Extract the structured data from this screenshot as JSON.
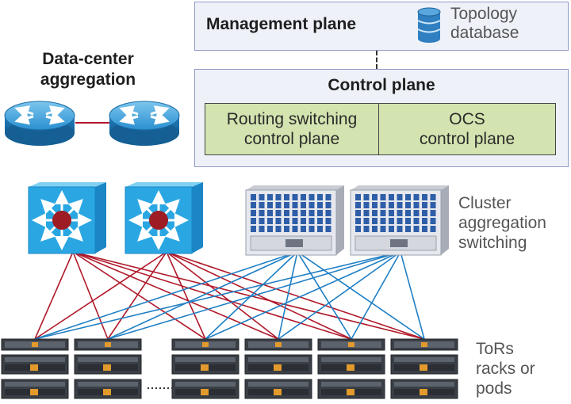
{
  "management": {
    "title": "Management plane",
    "db_line1": "Topology",
    "db_line2": "database"
  },
  "control": {
    "title": "Control plane",
    "left_line1": "Routing switching",
    "left_line2": "control plane",
    "right_line1": "OCS",
    "right_line2": "control plane"
  },
  "dc_agg": {
    "line1": "Data-center",
    "line2": "aggregation"
  },
  "cluster": {
    "line1": "Cluster",
    "line2": "aggregation",
    "line3": "switching"
  },
  "tors": {
    "line1": "ToRs",
    "line2": "racks or",
    "line3": "pods"
  },
  "colors": {
    "red_link": "#b0192a",
    "blue_link": "#1f7fc4",
    "switch_blue": "#2aa7e3",
    "hub_red": "#9e1c23",
    "box_fill": "#eef1f8",
    "box_border": "#8f9bc6",
    "green_fill": "#d3e4b0"
  }
}
